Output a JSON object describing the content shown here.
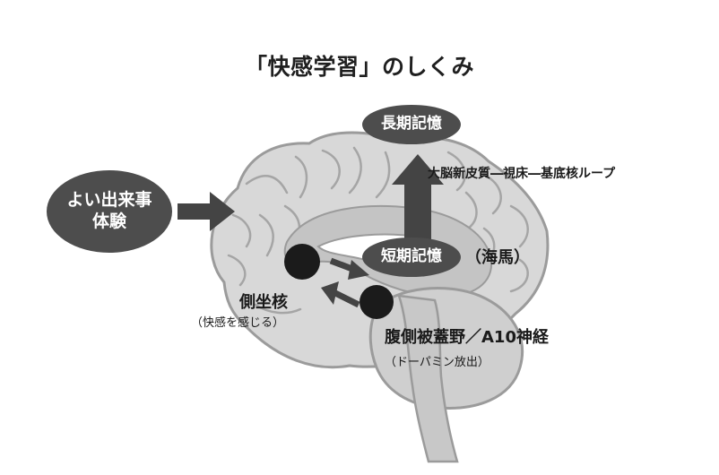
{
  "title": "「快感学習」のしくみ",
  "experience": {
    "line1": "よい出来事",
    "line2": "体験"
  },
  "long_term_memory": "長期記憶",
  "cortex_path": "大脳新皮質―視床―基底核ループ",
  "short_term_memory": "短期記憶",
  "hippocampus": "（海馬）",
  "nucleus_accumbens": {
    "name": "側坐核",
    "note": "（快感を感じる）"
  },
  "vta": {
    "name": "腹側被蓋野／A10神経",
    "note": "（ドーパミン放出）"
  },
  "colors": {
    "brain_fill": "#d8d8d8",
    "brain_outline": "#9b9b9b",
    "label_dark": "#4d4d4d",
    "arrow": "#444444",
    "nucleus": "#1b1b1b"
  }
}
